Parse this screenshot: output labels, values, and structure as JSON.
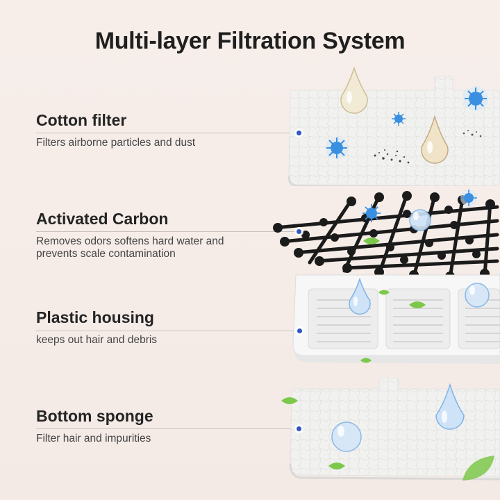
{
  "title": "Multi-layer Filtration System",
  "layers": [
    {
      "name": "Cotton filter",
      "description": "Filters airborne particles and dust"
    },
    {
      "name": "Activated Carbon",
      "description": "Removes odors softens hard water and prevents scale contamination"
    },
    {
      "name": "Plastic housing",
      "description": "keeps out hair and debris"
    },
    {
      "name": "Bottom sponge",
      "description": "Filter hair and impurities"
    }
  ],
  "colors": {
    "accent_dot": "#2f55c6",
    "carbon": "#1b1b1b",
    "sponge": "#f1f1ef",
    "housing": "#f7f7f7",
    "virus": "#3b8fe0",
    "leaf": "#7cc84a"
  }
}
